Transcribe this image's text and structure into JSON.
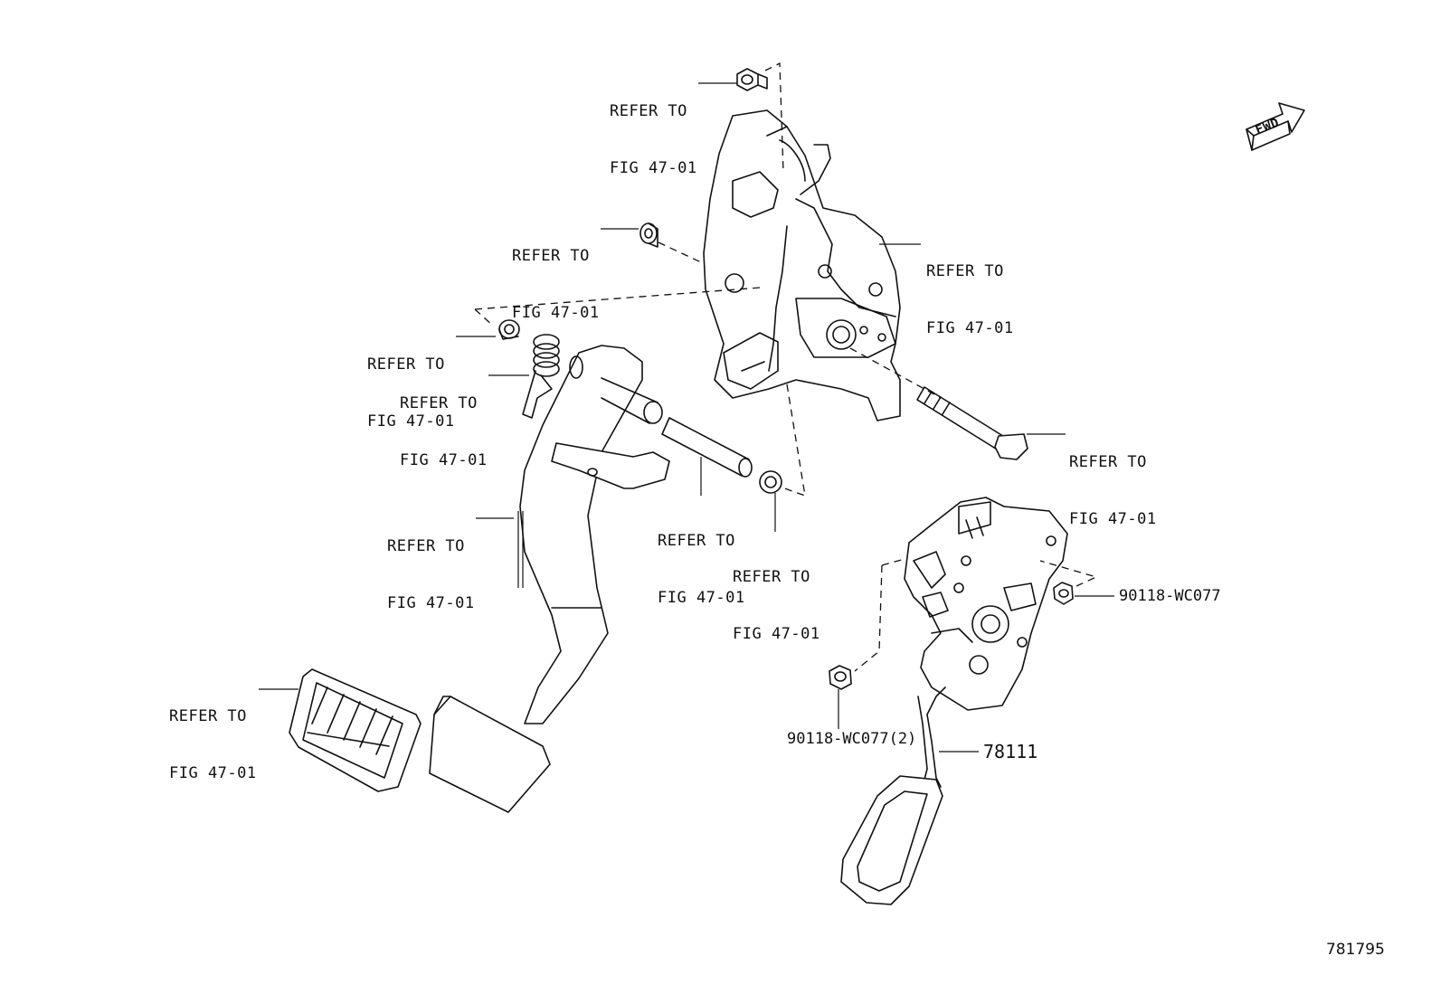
{
  "callouts": {
    "refer_line1": "REFER TO",
    "refer_line2": "FIG 47-01"
  },
  "parts": {
    "nut_right": "90118-WC077",
    "nut_left": "90118-WC077(2)",
    "accel_pedal": "78111"
  },
  "fwd_label": "FWD",
  "diagram_id": "781795"
}
